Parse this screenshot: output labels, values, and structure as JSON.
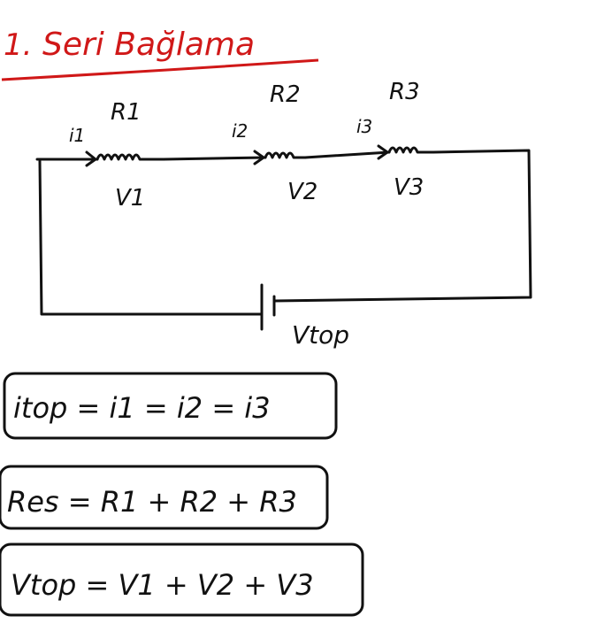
{
  "title": {
    "number": "1.",
    "text": "Seri Bağlama",
    "color": "#d01818"
  },
  "circuit": {
    "resistors": [
      {
        "label": "R1",
        "current": "i1",
        "voltage": "V1"
      },
      {
        "label": "R2",
        "current": "i2",
        "voltage": "V2"
      },
      {
        "label": "R3",
        "current": "i3",
        "voltage": "V3"
      }
    ],
    "battery_label": "Vtop"
  },
  "formulas": [
    "itop = i1 = i2 = i3",
    "Res = R1 + R2 + R3",
    "Vtop = V1 + V2 + V3"
  ]
}
